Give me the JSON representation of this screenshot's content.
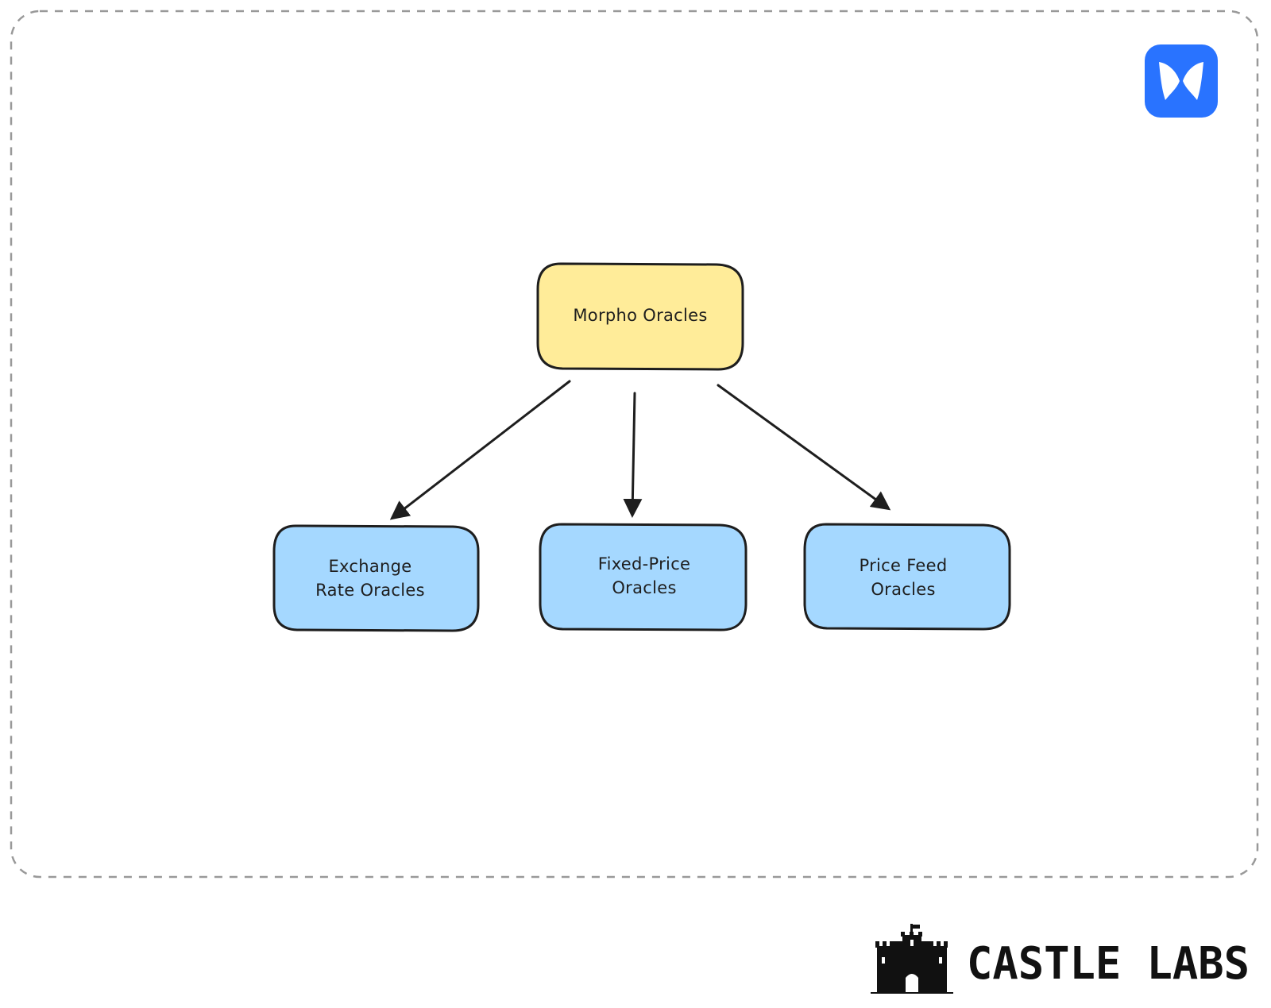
{
  "diagram": {
    "root": {
      "label": "Morpho Oracles",
      "fill": "#ffec99"
    },
    "children": [
      {
        "lines": [
          "Exchange",
          "Rate Oracles"
        ],
        "fill": "#a5d8ff"
      },
      {
        "lines": [
          "Fixed-Price",
          "Oracles"
        ],
        "fill": "#a5d8ff"
      },
      {
        "lines": [
          "Price Feed",
          "Oracles"
        ],
        "fill": "#a5d8ff"
      }
    ],
    "stroke_color": "#1e1e1e",
    "frame_border_color": "#999999"
  },
  "corner_logo": {
    "icon": "morpho-butterfly-icon",
    "background": "#2973ff",
    "foreground": "#ffffff"
  },
  "footer": {
    "brand_name": "CASTLE LABS",
    "brand_icon": "castle-icon"
  }
}
